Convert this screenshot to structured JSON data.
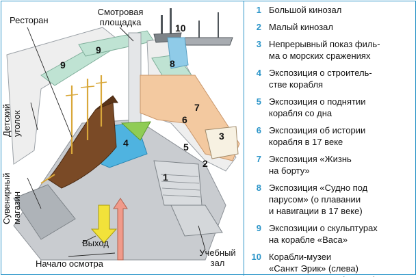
{
  "colors": {
    "accent": "#2a94c8",
    "floor": "#c9ccd0",
    "wall": "#eeeeee",
    "water": "#4fb3e0",
    "display": "#f3c9a0",
    "ship": "#7a4a26",
    "green": "#8fcc55",
    "exit_arrow": "#f2e23a",
    "entry_arrow": "#f09a8a"
  },
  "map": {
    "labels": {
      "restaurant": "Ресторан",
      "viewing_platform_line1": "Смотровая",
      "viewing_platform_line2": "площадка",
      "kids_corner_line1": "Детский",
      "kids_corner_line2": "уголок",
      "souvenir_shop_line1": "Сувенирный",
      "souvenir_shop_line2": "магазин",
      "exit": "Выход",
      "tour_start": "Начало осмотра",
      "classroom_line1": "Учебный",
      "classroom_line2": "зал"
    },
    "markers": {
      "m1": "1",
      "m2": "2",
      "m3": "3",
      "m4": "4",
      "m5": "5",
      "m6": "6",
      "m7": "7",
      "m8": "8",
      "m9a": "9",
      "m9b": "9",
      "m10": "10"
    }
  },
  "legend": [
    {
      "num": "1",
      "lines": [
        "Большой кинозал"
      ]
    },
    {
      "num": "2",
      "lines": [
        "Малый кинозал"
      ]
    },
    {
      "num": "3",
      "lines": [
        "Непрерывный показ филь-",
        "ма о морских сражениях"
      ]
    },
    {
      "num": "4",
      "lines": [
        "Экспозиция о строитель-",
        "стве корабля"
      ]
    },
    {
      "num": "5",
      "lines": [
        "Экспозиция о поднятии",
        "корабля со дна"
      ]
    },
    {
      "num": "6",
      "lines": [
        "Экспозиция об истории",
        "корабля в 17 веке"
      ]
    },
    {
      "num": "7",
      "lines": [
        "Экспозиция «Жизнь",
        "на борту»"
      ]
    },
    {
      "num": "8",
      "lines": [
        "Экспозиция «Судно под",
        "парусом» (о плавании",
        "и навигации в 17 веке)"
      ]
    },
    {
      "num": "9",
      "lines": [
        "Экспозиции о скульптурах",
        "на корабле «Васа»"
      ]
    },
    {
      "num": "10",
      "lines": [
        "Корабли-музеи",
        "«Санкт Эрик» (слева)",
        "и «Финнгрундет» (справа)"
      ]
    }
  ]
}
